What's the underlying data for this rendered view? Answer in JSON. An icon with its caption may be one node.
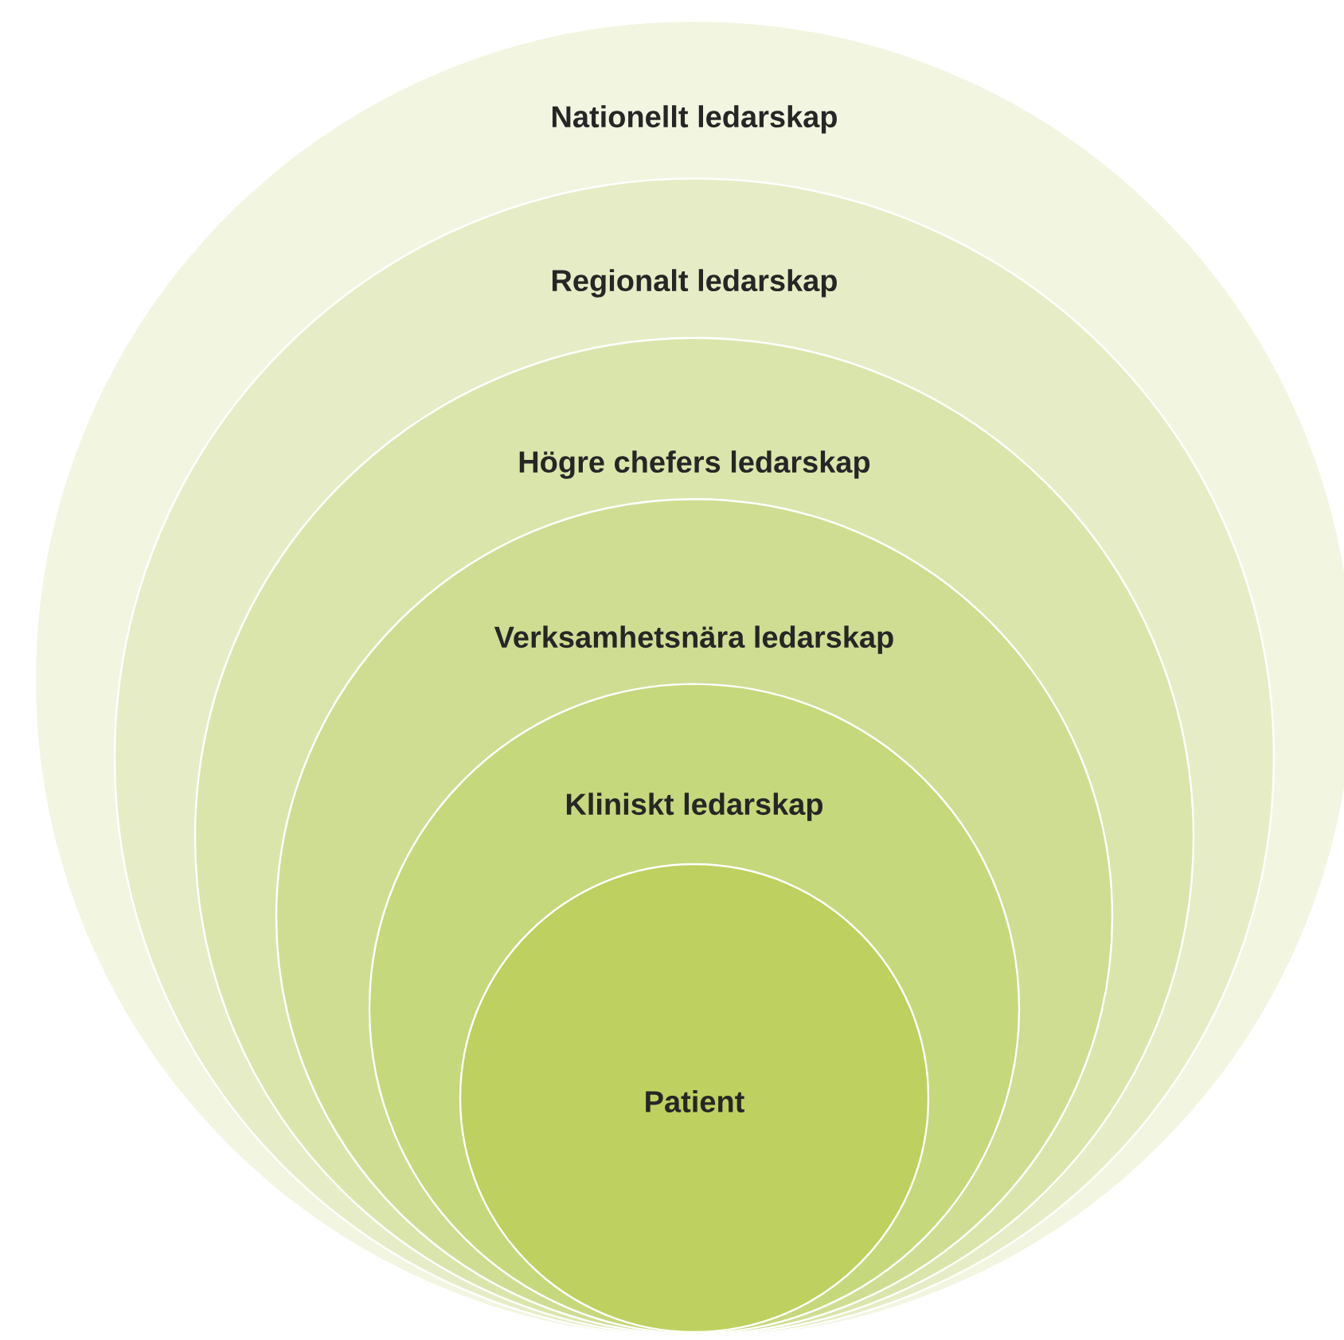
{
  "diagram": {
    "nodes": [
      {
        "text": [
          "Nationellt ledarskap"
        ]
      },
      {
        "text": [
          "Regionalt ledarskap"
        ],
        "in": 0
      },
      {
        "text": [
          "Högre chefers ledarskap"
        ],
        "in": 1
      },
      {
        "text": [
          "Verksamhetsnära ledarskap"
        ],
        "in": 2
      },
      {
        "text": [
          "Kliniskt ledarskap"
        ],
        "in": 3
      },
      {
        "text": [
          "Patient"
        ],
        "in": 4
      }
    ]
  }
}
